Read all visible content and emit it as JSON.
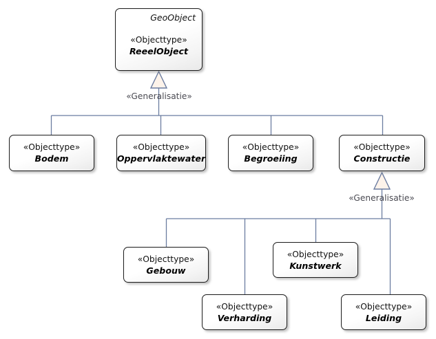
{
  "diagram": {
    "kind": "uml-class-diagram",
    "background_color": "#ffffff",
    "line_color": "#6b7ca0",
    "box_border_color": "#1a1a1a",
    "arrowhead_fill": "#fdf3ea",
    "label_color": "#4a4a52"
  },
  "root": {
    "package": "GeoObject",
    "stereotype": "«Objecttype»",
    "name": "ReeelObject"
  },
  "level1": [
    {
      "stereotype": "«Objecttype»",
      "name": "Bodem"
    },
    {
      "stereotype": "«Objecttype»",
      "name": "Oppervlaktewater"
    },
    {
      "stereotype": "«Objecttype»",
      "name": "Begroeiing"
    },
    {
      "stereotype": "«Objecttype»",
      "name": "Constructie"
    }
  ],
  "level2": [
    {
      "stereotype": "«Objecttype»",
      "name": "Gebouw"
    },
    {
      "stereotype": "«Objecttype»",
      "name": "Verharding"
    },
    {
      "stereotype": "«Objecttype»",
      "name": "Kunstwerk"
    },
    {
      "stereotype": "«Objecttype»",
      "name": "Leiding"
    }
  ],
  "relations": [
    {
      "label": "«Generalisatie»",
      "from": "ReeelObject",
      "to_count": 4
    },
    {
      "label": "«Generalisatie»",
      "from": "Constructie",
      "to_count": 4
    }
  ]
}
